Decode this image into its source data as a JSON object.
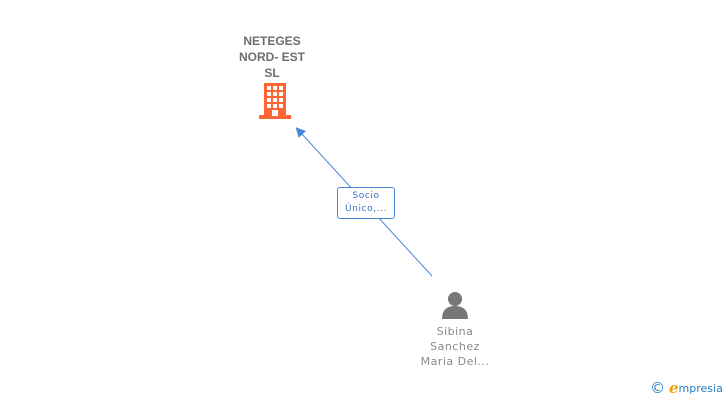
{
  "company": {
    "name_lines": [
      "NETEGES",
      "NORD- EST",
      "SL"
    ],
    "icon": "building-icon",
    "color": "#ff6633"
  },
  "relation": {
    "label_lines": [
      "Socio",
      "Único,..."
    ],
    "color": "#4a86d8"
  },
  "person": {
    "name_lines": [
      "Sibina",
      "Sanchez",
      "Maria Del..."
    ],
    "icon": "person-icon",
    "color": "#777777"
  },
  "watermark": {
    "copyright": "©",
    "brand_first": "e",
    "brand_rest": "mpresia"
  }
}
